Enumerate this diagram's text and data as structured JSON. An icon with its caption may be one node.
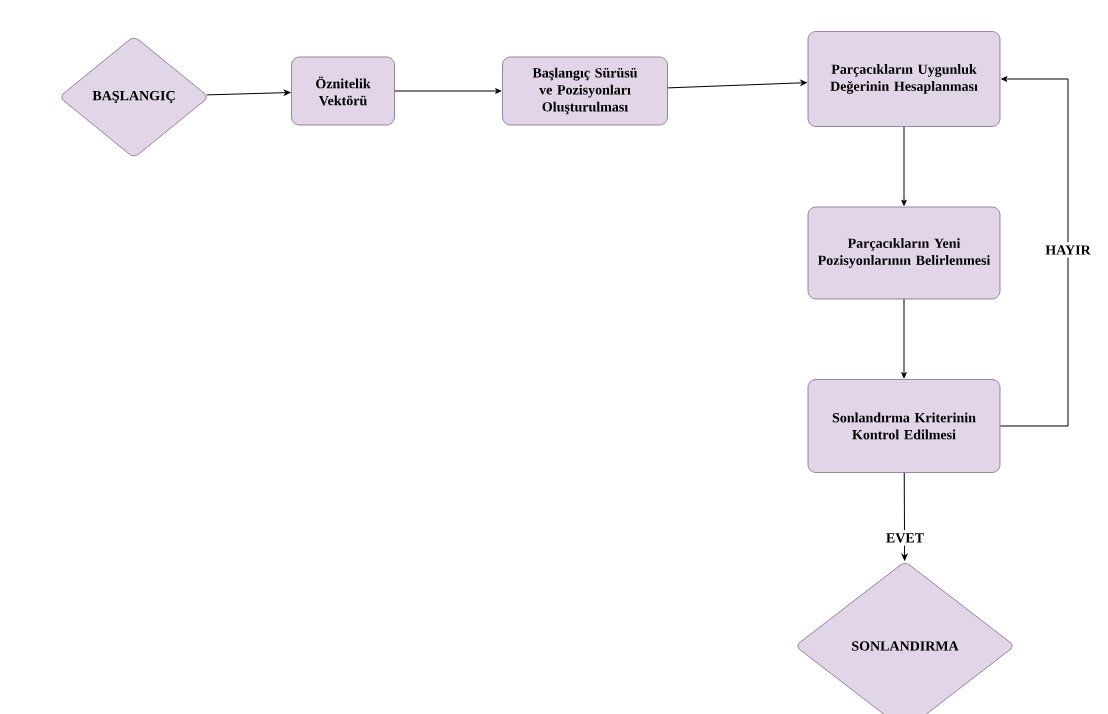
{
  "diagram": {
    "nodes": [
      {
        "text": [
          "BAŞLANGIÇ"
        ]
      },
      {
        "text": [
          "Öznitelik Vektörü"
        ]
      },
      {
        "text": [
          "Başlangıç Sürüsü ve Pozisyonları Oluşturulması"
        ]
      },
      {
        "text": [
          "Parçacıkların Uygunluk Değerinin Hesaplanması"
        ]
      },
      {
        "text": [
          "Parçacıkların Yeni Pozisyonlarının Belirlenmesi"
        ]
      },
      {
        "text": [
          "Sonlandırma Kriterinin Kontrol Edilmesi"
        ]
      },
      {
        "text": [
          "SONLANDIRMA"
        ]
      }
    ],
    "edges": [
      {
        "from": 0,
        "to": 1,
        "arrow": "to"
      },
      {
        "from": 1,
        "to": 2,
        "arrow": "to"
      },
      {
        "from": 2,
        "to": 3,
        "arrow": "to"
      },
      {
        "from": 3,
        "to": 4,
        "arrow": "to"
      },
      {
        "from": 4,
        "to": 5,
        "arrow": "to"
      },
      {
        "from": 5,
        "to": 3,
        "arrow": "to",
        "label": "HAYIR"
      },
      {
        "from": 5,
        "to": 6,
        "arrow": "to",
        "label": "EVET"
      }
    ]
  }
}
